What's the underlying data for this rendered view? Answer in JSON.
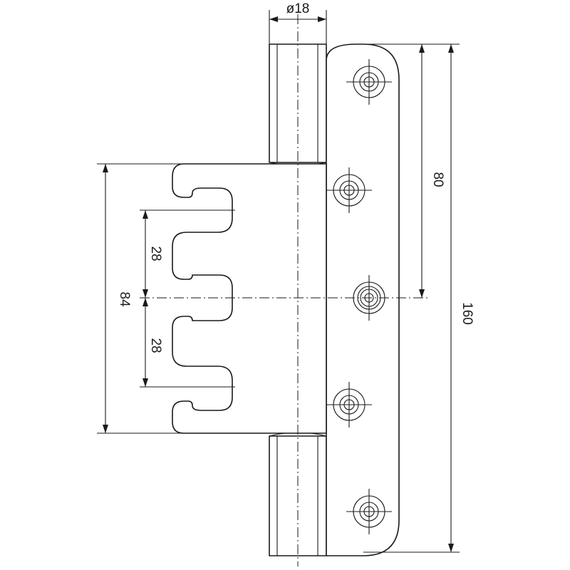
{
  "dimensions": {
    "pin_diameter": "ø18",
    "total_length": "160",
    "hole_spacing": "80",
    "leaf_height": "84",
    "slot_spacing_upper": "28",
    "slot_spacing_lower": "28"
  }
}
